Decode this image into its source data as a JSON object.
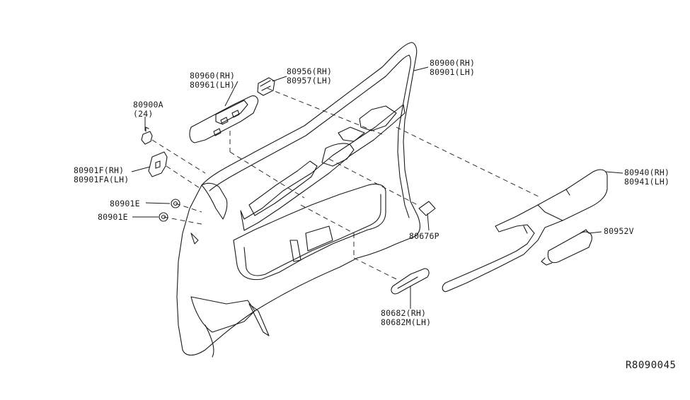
{
  "diagram_id": "R8090045",
  "parts": {
    "p80960": {
      "line1": "80960(RH)",
      "line2": "80961(LH)"
    },
    "p80956": {
      "line1": "80956(RH)",
      "line2": "80957(LH)"
    },
    "p80900": {
      "line1": "80900(RH)",
      "line2": "80901(LH)"
    },
    "p80900A": {
      "line1": "80900A",
      "line2": "(24)"
    },
    "p80901F": {
      "line1": "80901F(RH)",
      "line2": "80901FA(LH)"
    },
    "p80901E_a": {
      "line1": "80901E"
    },
    "p80901E_b": {
      "line1": "80901E"
    },
    "p80676P": {
      "line1": "80676P"
    },
    "p80940": {
      "line1": "80940(RH)",
      "line2": "80941(LH)"
    },
    "p80952V": {
      "line1": "80952V"
    },
    "p80682": {
      "line1": "80682(RH)",
      "line2": "80682M(LH)"
    }
  }
}
